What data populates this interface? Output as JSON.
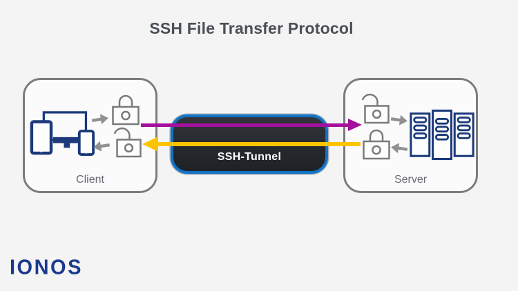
{
  "title": "SSH File Transfer Protocol",
  "nodes": {
    "client": {
      "label": "Client"
    },
    "server": {
      "label": "Server"
    }
  },
  "tunnel": {
    "label": "SSH-Tunnel"
  },
  "logo": {
    "text": "IONOS"
  },
  "flows": [
    {
      "name": "client-to-server",
      "direction": "right",
      "color": "#a50f9e",
      "from": "client-locked-padlock",
      "to": "server-unlocked-padlock"
    },
    {
      "name": "server-to-client",
      "direction": "left",
      "color": "#fec400",
      "from": "server-locked-padlock",
      "to": "client-unlocked-padlock"
    }
  ],
  "icons": {
    "client-devices": "devices-cluster (tablet, monitor, laptop, phone)",
    "server-rack": "server-cabinet",
    "padlock-locked": "closed padlock",
    "padlock-unlocked": "open padlock",
    "arrow-right": "→",
    "arrow-left": "←"
  },
  "colors": {
    "purple": "#a50f9e",
    "yellow": "#fec400",
    "navy": "#1c3a7a",
    "tunnel-border": "#1173c5",
    "box-border": "#7b7c7e",
    "lock-gray": "#797a7c",
    "arrow-gray": "#8e9092",
    "title-text": "#4b4f55",
    "label-text": "#66696e",
    "background": "#f4f4f5",
    "logo-navy": "#1b3a8f"
  }
}
